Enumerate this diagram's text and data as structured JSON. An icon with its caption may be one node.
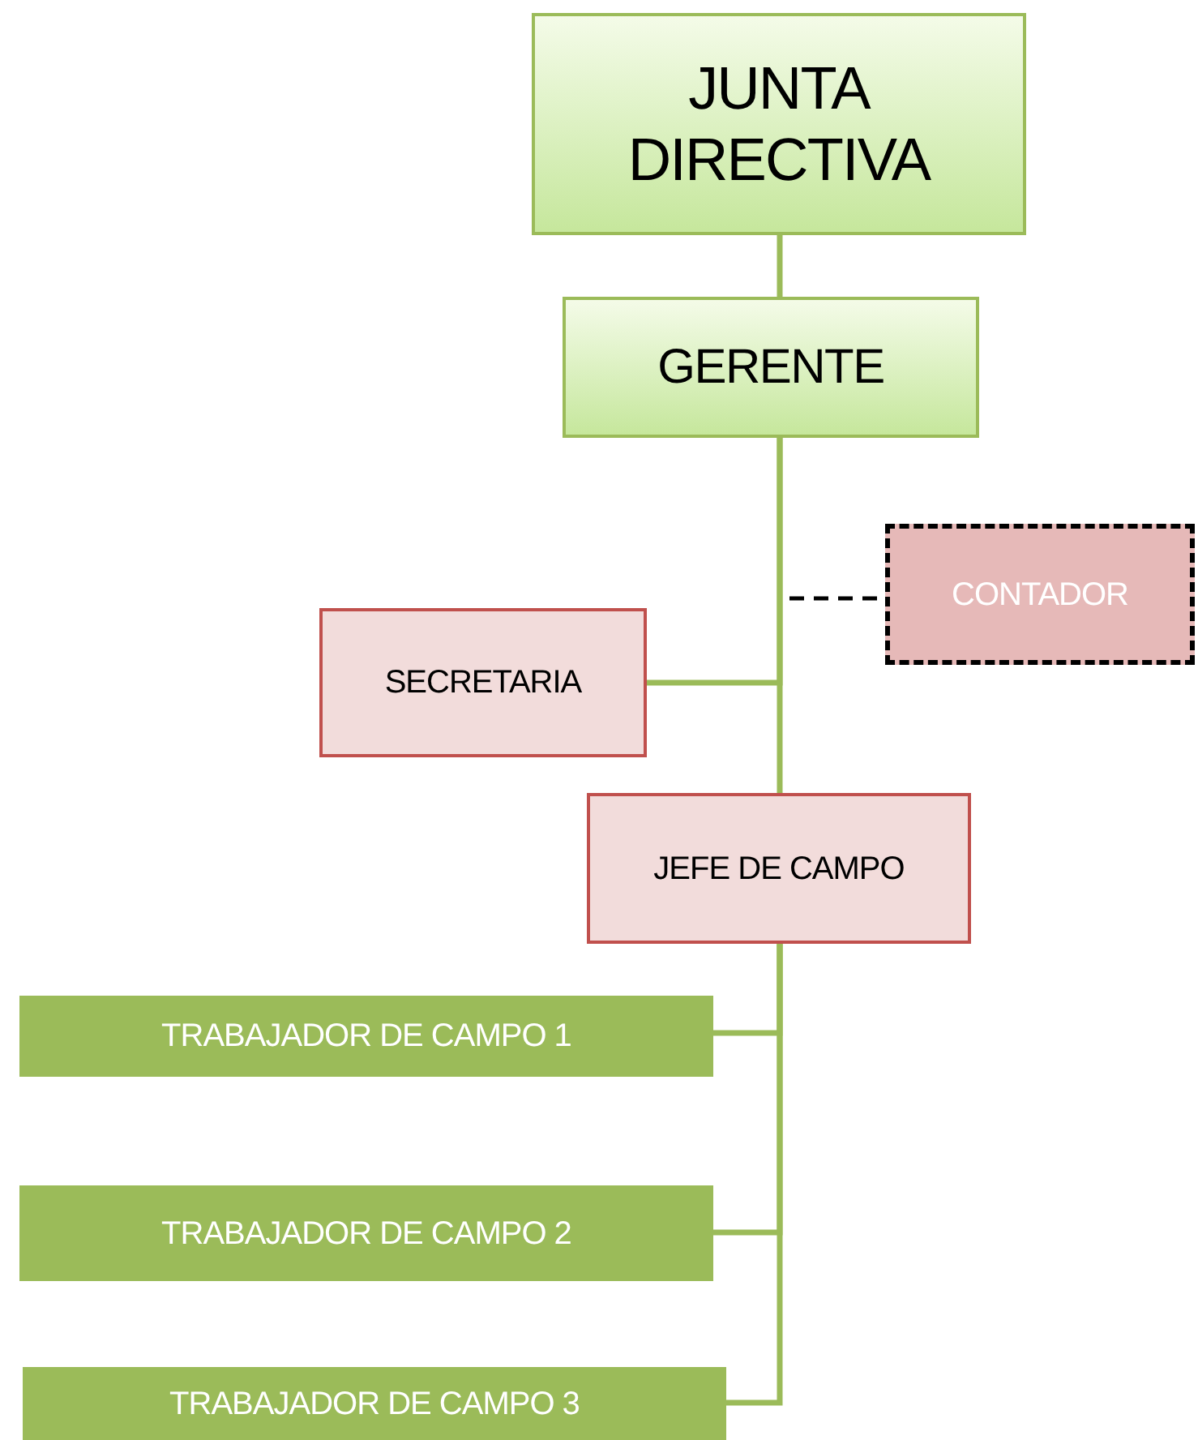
{
  "diagram": {
    "nodes": [
      {
        "text": [
          "JUNTA DIRECTIVA"
        ]
      },
      {
        "text": [
          "GERENTE"
        ]
      },
      {
        "text": [
          "CONTADOR"
        ]
      },
      {
        "text": [
          "SECRETARIA"
        ]
      },
      {
        "text": [
          "JEFE DE CAMPO"
        ]
      },
      {
        "text": [
          "TRABAJADOR DE CAMPO 1"
        ]
      },
      {
        "text": [
          "TRABAJADOR DE CAMPO 2"
        ]
      },
      {
        "text": [
          "TRABAJADOR DE CAMPO 3"
        ]
      }
    ],
    "edges": [
      {
        "from": 0,
        "to": 1,
        "arrow": "none"
      },
      {
        "from": 1,
        "to": 2,
        "arrow": "none",
        "style": "dashed",
        "color": "#000000"
      },
      {
        "from": 1,
        "to": 3,
        "arrow": "none"
      },
      {
        "from": 1,
        "to": 4,
        "arrow": "none"
      },
      {
        "from": 4,
        "to": 5,
        "arrow": "none"
      },
      {
        "from": 4,
        "to": 6,
        "arrow": "none"
      },
      {
        "from": 4,
        "to": 7,
        "arrow": "none"
      }
    ]
  }
}
